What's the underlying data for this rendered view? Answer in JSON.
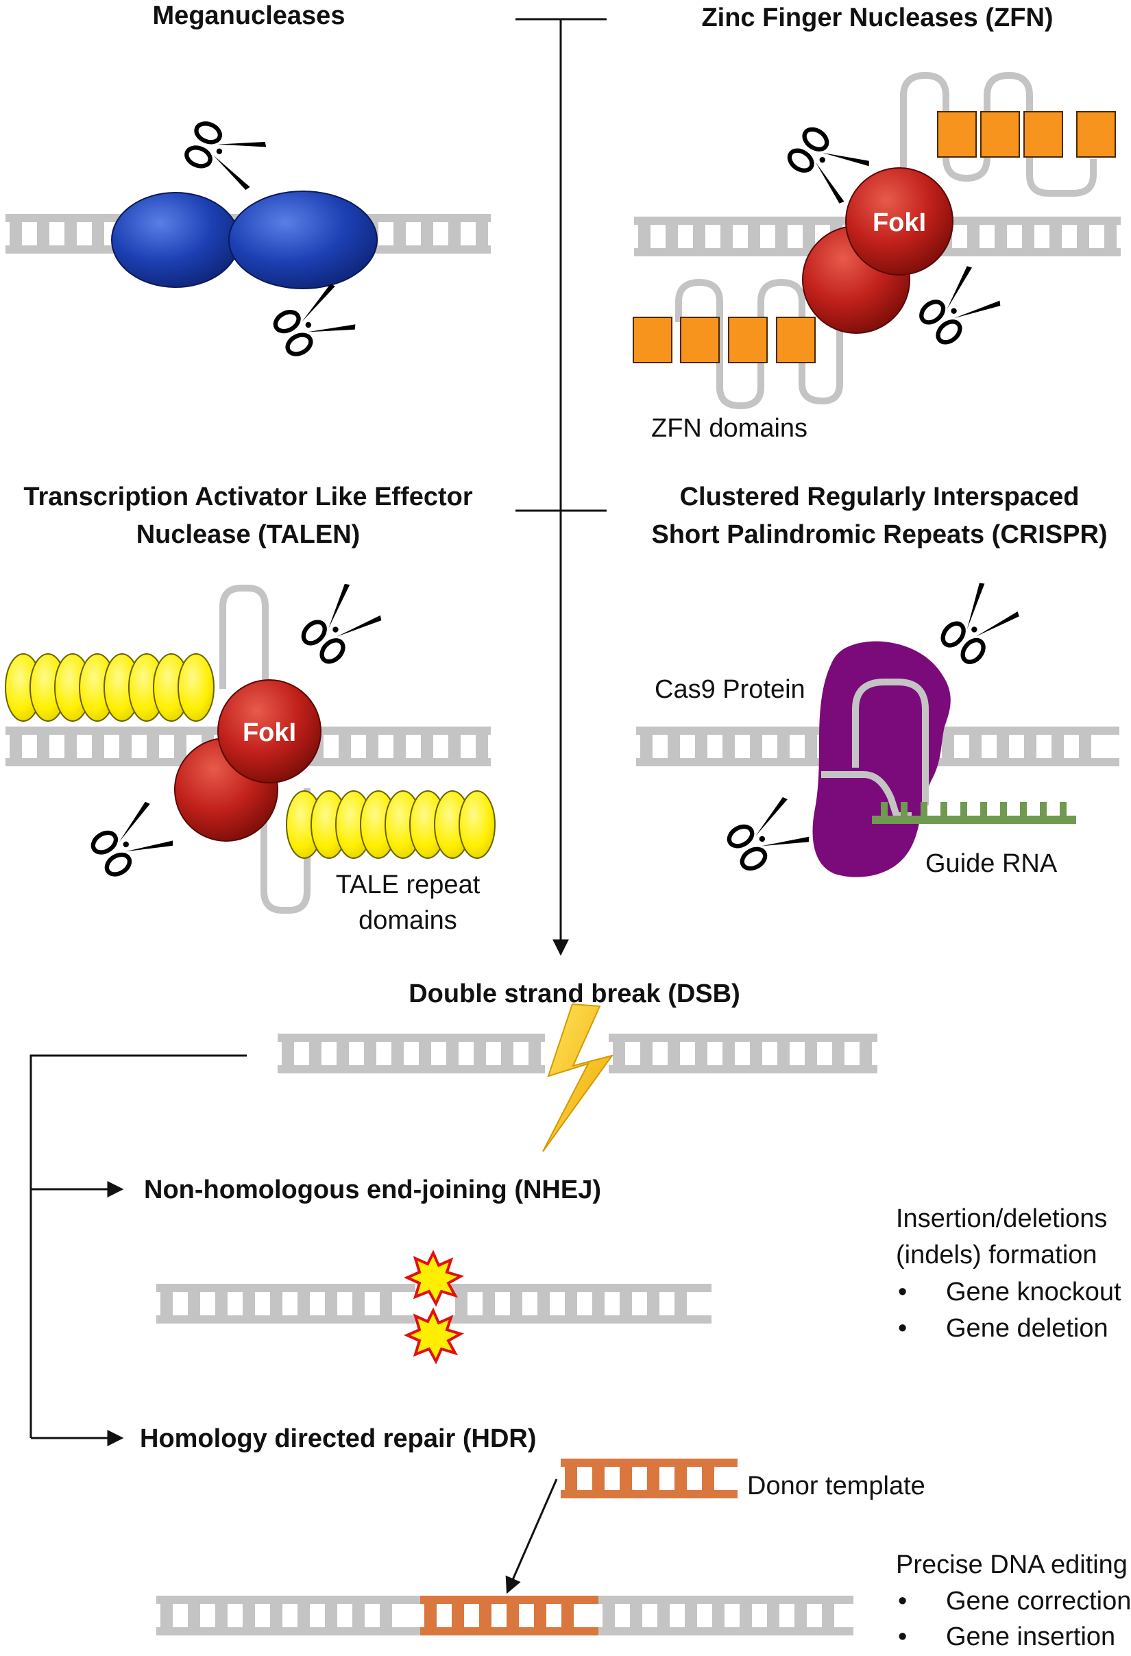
{
  "titles": {
    "meganucleases": "Meganucleases",
    "zfn": "Zinc Finger Nucleases (ZFN)",
    "talen_line1": "Transcription Activator Like Effector",
    "talen_line2": "Nuclease (TALEN)",
    "crispr_line1": "Clustered Regularly Interspaced",
    "crispr_line2": "Short Palindromic Repeats (CRISPR)",
    "dsb": "Double strand break (DSB)",
    "nhej": "Non-homologous end-joining (NHEJ)",
    "hdr": "Homology directed repair (HDR)"
  },
  "labels": {
    "foki_zfn": "FokI",
    "foki_talen": "FokI",
    "zfn_domains": "ZFN domains",
    "tale_line1": "TALE repeat",
    "tale_line2": "domains",
    "cas9": "Cas9 Protein",
    "guide_rna": "Guide RNA",
    "donor_template": "Donor template"
  },
  "nhej_outcome": {
    "line1": "Insertion/deletions",
    "line2": "(indels) formation",
    "bullets": [
      "Gene knockout",
      "Gene deletion"
    ]
  },
  "hdr_outcome": {
    "line1": "Precise DNA editing",
    "bullets": [
      "Gene correction",
      "Gene insertion"
    ]
  },
  "colors": {
    "dna": "#c4c4c4",
    "meganuclease": "#1a3db0",
    "foki": "#c0201a",
    "zinc_finger": "#f7941d",
    "tale": "#ffef00",
    "cas9": "#7b0a7b",
    "guide_rna": "#6f9a4f",
    "donor": "#d9773f",
    "lightning": "#f5c010"
  },
  "icons": {
    "scissors": "scissors-icon",
    "lightning": "lightning-icon",
    "damage": "starburst-icon"
  }
}
